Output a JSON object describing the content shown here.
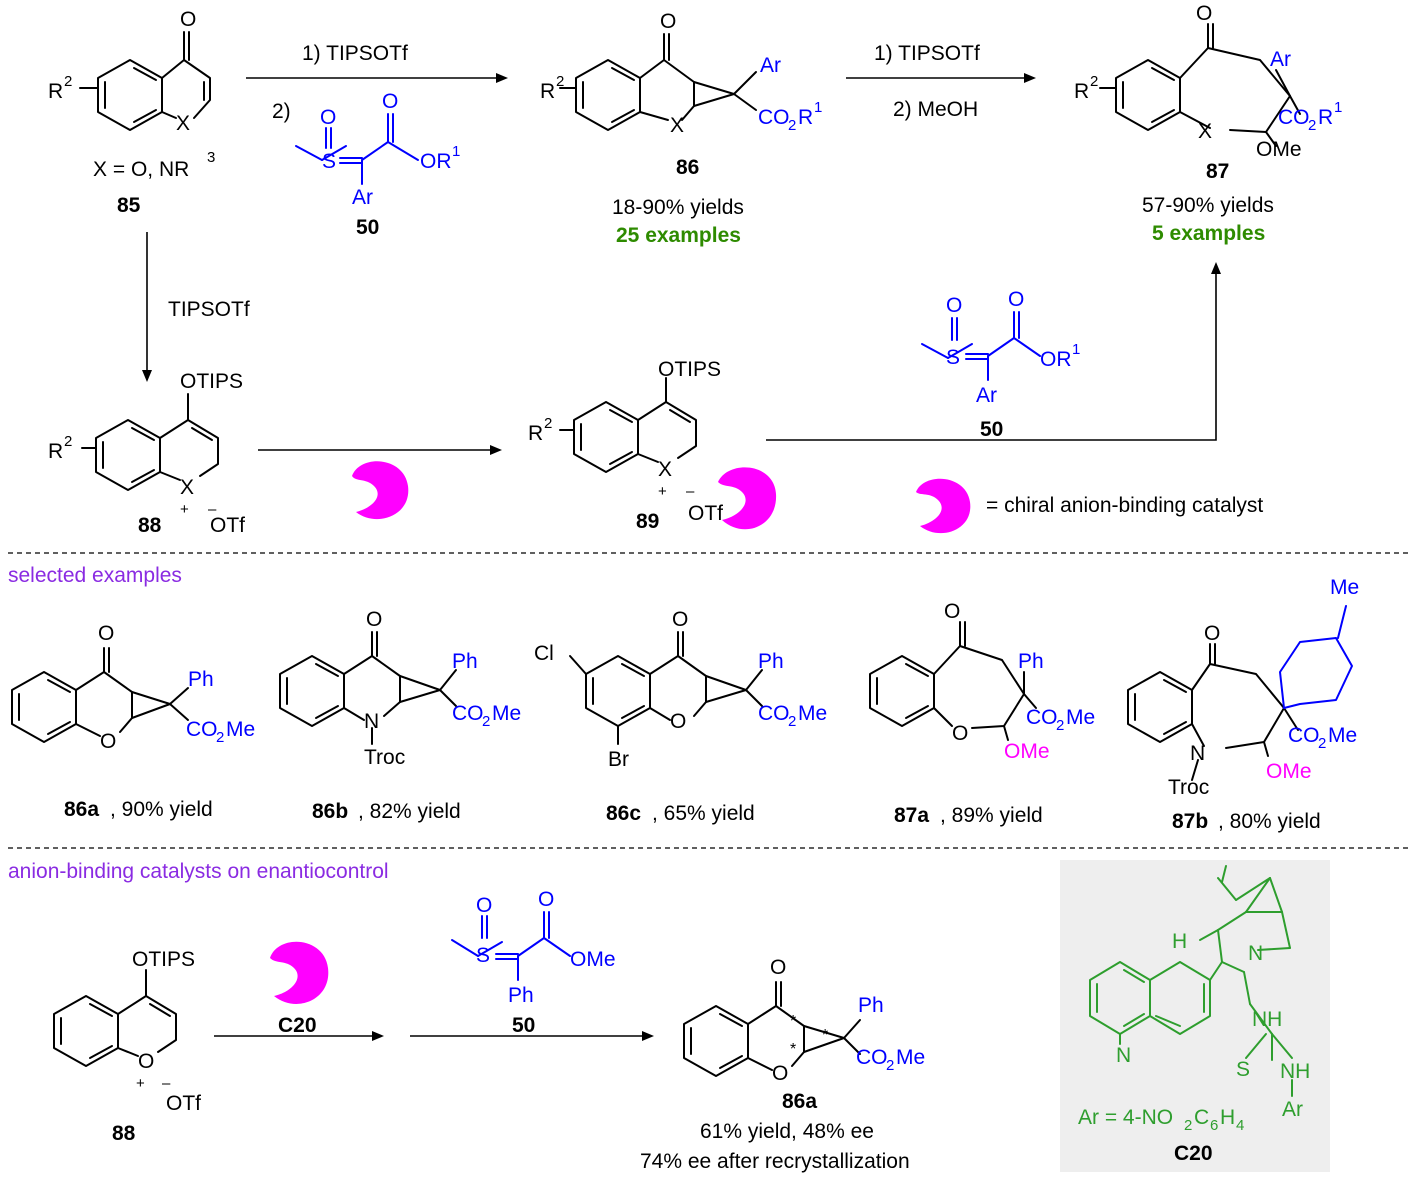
{
  "colors": {
    "blue": "#0000ff",
    "green": "#2e9e2e",
    "magenta": "#ff00ff",
    "purple": "#8a2be2"
  },
  "top": {
    "step1_line1": "1) TIPSOTf",
    "step1_line2": "2)",
    "step2_line1": "1) TIPSOTf",
    "step2_line2": "2) MeOH",
    "down_reagent": "TIPSOTf",
    "x_def": "X = O, NR",
    "x_def_sup": "3",
    "c85": "85",
    "c86": "86",
    "c87": "87",
    "c88": "88",
    "c89": "89",
    "c50": "50",
    "y86": "18-90% yields",
    "e86": "25 examples",
    "y87": "57-90% yields",
    "e87": "5 examples",
    "catalyst_legend": "= chiral anion-binding catalyst"
  },
  "atoms": {
    "O": "O",
    "X": "X",
    "R": "R",
    "sup2": "2",
    "sup1": "1",
    "Ar": "Ar",
    "CO": "CO",
    "sub2": "2",
    "OR": "OR",
    "S": "S",
    "OMe": "OMe",
    "OTIPS": "OTIPS",
    "OTf": "OTf",
    "plus": "+",
    "minus": "–",
    "Ph": "Ph",
    "Me": "Me",
    "N": "N",
    "Troc": "Troc",
    "Cl": "Cl",
    "Br": "Br",
    "H": "H",
    "NH": "NH",
    "star": "*"
  },
  "section2": {
    "heading": "selected examples",
    "ex1_id": "86a",
    "ex1_yield": ", 90% yield",
    "ex2_id": "86b",
    "ex2_yield": ", 82% yield",
    "ex3_id": "86c",
    "ex3_yield": ", 65% yield",
    "ex4_id": "87a",
    "ex4_yield": ", 89% yield",
    "ex5_id": "87b",
    "ex5_yield": ", 80% yield",
    "co2me": "CO",
    "co2me_tail": "Me"
  },
  "section3": {
    "heading": "anion-binding catalysts on enantiocontrol",
    "cat_label": "C20",
    "reagent": "50",
    "product": "86a",
    "result1": "61% yield, 48% ee",
    "result2": "74% ee after recrystallization",
    "ar_def": "Ar = 4-NO",
    "ar_def_mid": "C",
    "ar_def_sub6": "6",
    "ar_def_h": "H",
    "ar_def_sub4": "4",
    "c20_box_label": "C20"
  }
}
